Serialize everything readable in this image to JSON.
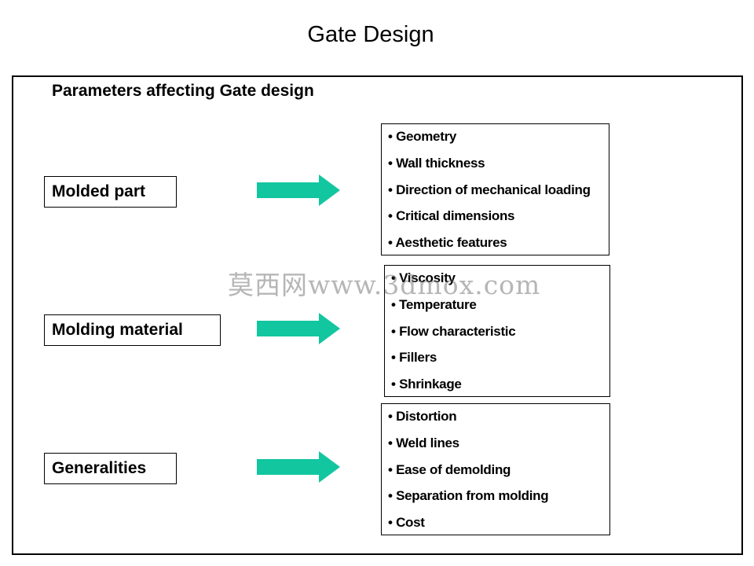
{
  "title": "Gate Design",
  "subtitle": "Parameters affecting Gate design",
  "colors": {
    "arrow": "#12c6a0",
    "border": "#000000"
  },
  "groups": [
    {
      "category": "Molded part",
      "items": [
        "• Geometry",
        "• Wall thickness",
        "• Direction of mechanical loading",
        "• Critical dimensions",
        "• Aesthetic features"
      ]
    },
    {
      "category": "Molding material",
      "items": [
        "• Viscosity",
        "• Temperature",
        "• Flow characteristic",
        "• Fillers",
        "• Shrinkage"
      ]
    },
    {
      "category": "Generalities",
      "items": [
        "• Distortion",
        "• Weld lines",
        "• Ease of demolding",
        "• Separation from molding",
        "• Cost"
      ]
    }
  ],
  "watermark": "莫西网www.3dmox.com"
}
